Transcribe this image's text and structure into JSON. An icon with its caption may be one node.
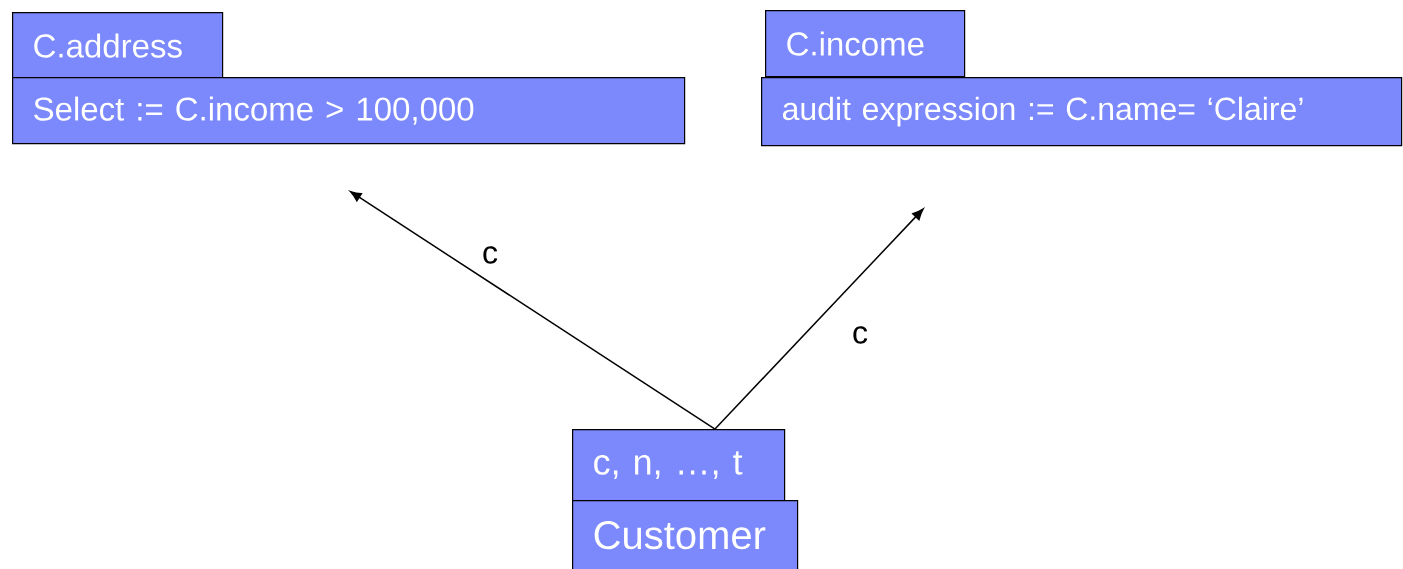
{
  "diagram": {
    "nodes": [
      {
        "text": [
          "C.address"
        ]
      },
      {
        "text": [
          "Select := C.income > 100,000"
        ]
      },
      {
        "text": [
          "C.income"
        ]
      },
      {
        "text": [
          "audit expression := C.name= ‘Claire’"
        ]
      },
      {
        "text": [
          "c, n, …, t"
        ]
      },
      {
        "text": [
          "Customer"
        ]
      }
    ],
    "edges": [
      {
        "from": 4,
        "to": null,
        "arrow": "to",
        "label": "c"
      },
      {
        "from": 4,
        "to": null,
        "arrow": "to",
        "label": "c"
      }
    ]
  }
}
